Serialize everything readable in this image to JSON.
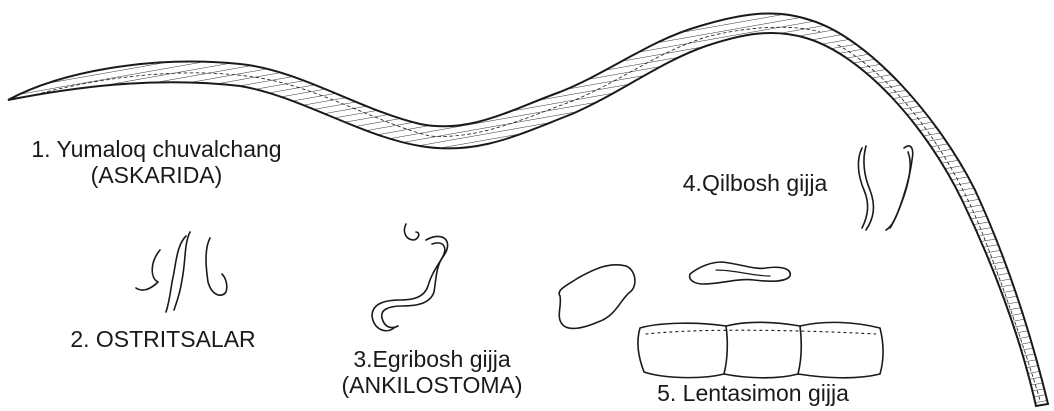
{
  "labels": {
    "askarida": {
      "line1": "1. Yumaloq chuvalchang",
      "line2": "(ASKARIDA)"
    },
    "ostritsalar": {
      "line1": "2. OSTRITSALAR"
    },
    "ankilostoma": {
      "line1": "3.Egribosh gijja",
      "line2": "(ANKILOSTOMA)"
    },
    "qilbosh": {
      "line1": "4.Qilbosh gijja"
    },
    "lentasimon": {
      "line1": "5. Lentasimon gijja"
    }
  },
  "colors": {
    "ink": "#1a1a1a",
    "background": "#ffffff"
  }
}
